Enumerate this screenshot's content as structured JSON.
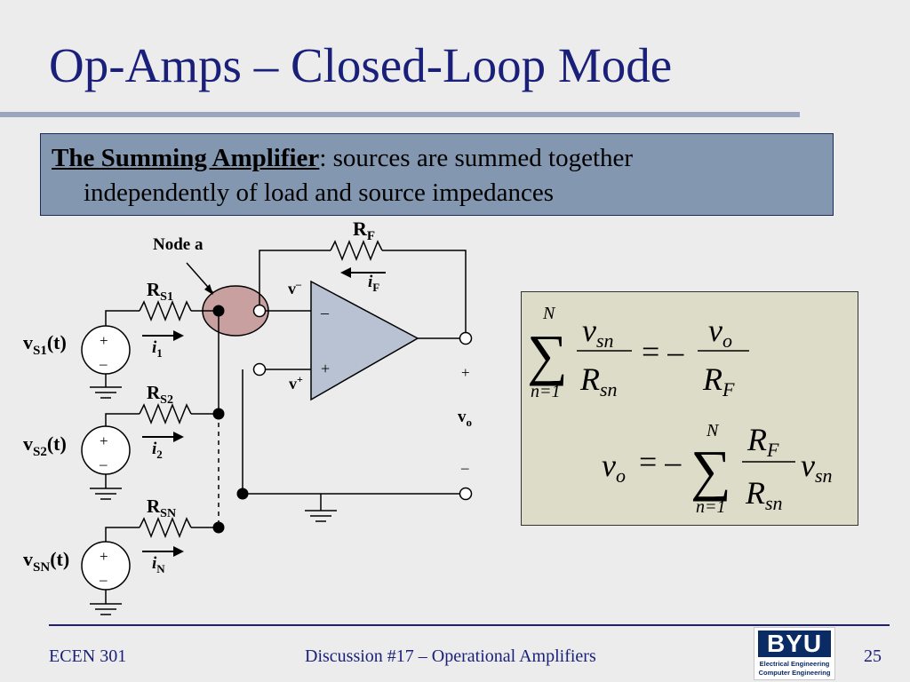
{
  "slide": {
    "title": "Op-Amps – Closed-Loop Mode",
    "callout": {
      "lead": "The Summing Amplifier",
      "text_line1": ": sources are summed together",
      "text_line2": "independently of load and source impedances"
    }
  },
  "circuit": {
    "node_label": "Node a",
    "rf": "R",
    "rf_sub": "F",
    "if": "i",
    "if_sub": "F",
    "v_minus": "v",
    "v_minus_sup": "–",
    "v_plus": "v",
    "v_plus_sup": "+",
    "opamp_minus": "–",
    "opamp_plus": "+",
    "out_plus": "+",
    "out_minus": "–",
    "vo": "v",
    "vo_sub": "o",
    "sources": [
      {
        "r": "R",
        "r_sub": "S1",
        "i": "i",
        "i_sub": "1",
        "v": "v",
        "v_sub": "S1",
        "v_suffix": "(t)"
      },
      {
        "r": "R",
        "r_sub": "S2",
        "i": "i",
        "i_sub": "2",
        "v": "v",
        "v_sub": "S2",
        "v_suffix": "(t)"
      },
      {
        "r": "R",
        "r_sub": "SN",
        "i": "i",
        "i_sub": "N",
        "v": "v",
        "v_sub": "SN",
        "v_suffix": "(t)"
      }
    ],
    "source_plus": "+",
    "source_minus": "–"
  },
  "equations": {
    "eq1": {
      "sum_upper": "N",
      "sum_lower": "n=1",
      "num": "v",
      "num_sub": "sn",
      "den": "R",
      "den_sub": "sn",
      "equals": "= –",
      "rhs_num": "v",
      "rhs_num_sub": "o",
      "rhs_den": "R",
      "rhs_den_sub": "F"
    },
    "eq2": {
      "lhs": "v",
      "lhs_sub": "o",
      "equals": "= –",
      "sum_upper": "N",
      "sum_lower": "n=1",
      "num": "R",
      "num_sub": "F",
      "den": "R",
      "den_sub": "sn",
      "tail": "v",
      "tail_sub": "sn"
    }
  },
  "footer": {
    "left": "ECEN 301",
    "center": "Discussion #17 – Operational Amplifiers",
    "page": "25"
  },
  "logo": {
    "mark": "BYU",
    "line1": "Electrical Engineering",
    "line2": "Computer Engineering"
  },
  "colors": {
    "title": "#1a1f7a",
    "callout_bg": "#8497b0",
    "node_fill": "#c9a0a0",
    "opamp_fill": "#b8c2d2",
    "eq_bg": "#dcdcc8"
  }
}
